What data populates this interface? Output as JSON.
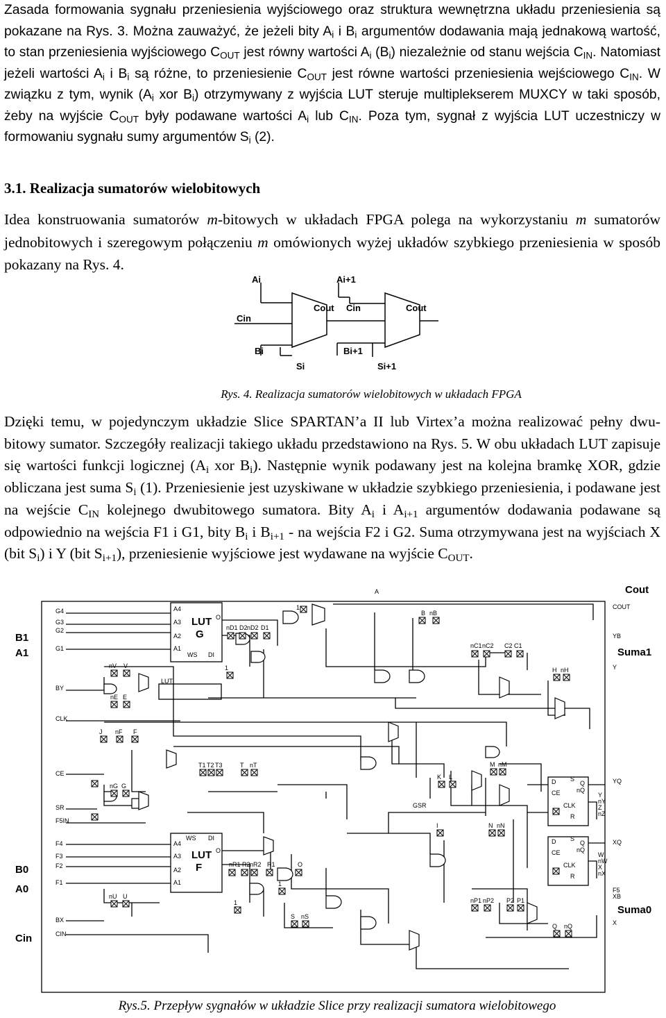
{
  "para1": {
    "s01": "Zasada formowania sygnału przeniesienia wyjściowego oraz struktura wewnętrzna układu przeniesienia są pokazane na Rys. 3. Można zauważyć, że jeżeli bity A",
    "sub_i": "i",
    "s02": " i B",
    "s03": " argumentów dodawania mają jednakową wartość, to stan przeniesienia wyjściowego C",
    "sub_out": "OUT",
    "s04": " jest równy wartości A",
    "s05": " (B",
    "s06": ") niezależnie od stanu wejścia C",
    "sub_in": "IN",
    "s07": ". Natomiast jeżeli wartości A",
    "s08": " i B",
    "s09": " są różne, to przeniesienie C",
    "s10": " jest równe wartości przeniesienia wejściowego C",
    "s11": ". W związku z tym, wynik (A",
    "s12": " xor B",
    "s13": ") otrzymywany z wyjścia LUT steruje multiplekserem MUXCY w taki sposób, żeby na wyjście C",
    "s14": " były podawane wartości A",
    "s15": " lub C",
    "s16": ". Poza tym, sygnał z wyjścia LUT uczestniczy w formowaniu sygnału sumy argumentów S",
    "s17": " (2)."
  },
  "section_heading": "3.1. Realizacja sumatorów wielobitowych",
  "para2": {
    "s01": "Idea konstruowania sumatorów ",
    "m": "m",
    "s02": "-bitowych w układach FPGA polega na wykorzystaniu ",
    "s03": " sumatorów jednobitowych i szeregowym połączeniu ",
    "s04": " omówionych wyżej układów szybkiego przeniesienia w sposób pokazany na Rys. 4."
  },
  "fig4": {
    "labels": {
      "ai": "Ai",
      "ai1": "Ai+1",
      "cin_left": "Cin",
      "cout_mid": "Cout",
      "cin_mid": "Cin",
      "cout_right": "Cout",
      "bi": "Bi",
      "bi1": "Bi+1",
      "si": "Si",
      "si1": "Si+1"
    },
    "caption": "Rys. 4. Realizacja sumatorów wielobitowych w układach FPGA"
  },
  "para3": {
    "s01": "Dzięki temu, w pojedynczym układzie Slice SPARTAN’a II lub Virtex’a można realizować pełny dwu-bitowy sumator. Szczegóły realizacji takiego układu przedstawiono na Rys. 5. W obu układach LUT zapisuje się wartości funkcji logicznej (A",
    "sub_i": "i",
    "s02": " xor B",
    "s03": "). Następnie wynik podawany jest na kolejna bramkę XOR, gdzie obliczana jest suma S",
    "s04": " (1). Przeniesienie jest uzyskiwane w układzie szybkiego przeniesienia, i podawane jest na wejście C",
    "sub_in": "IN",
    "s05": " kolejnego dwubitowego sumatora. Bity A",
    "s06": " i A",
    "sub_i1": "i+1",
    "s07": " argumentów dodawania podawane są odpowiednio na wejścia F1 i G1, bity B",
    "s08": " i B",
    "s09": " - na wejścia F2 i G2. Suma otrzymywana jest na wyjściach X (bit S",
    "s10": ") i Y (bit S",
    "s11": "), przeniesienie wyjściowe jest wydawane na wyjście C",
    "sub_out": "OUT",
    "s12": "."
  },
  "fig5": {
    "big": {
      "cout": "Cout",
      "b1": "B1",
      "a1": "A1",
      "suma1": "Suma1",
      "b0": "B0",
      "a0": "A0",
      "cin": "Cin",
      "suma0": "Suma0",
      "lut": "LUT",
      "g": "G",
      "f": "F"
    },
    "pins_left": [
      "G4",
      "G3",
      "G2",
      "G1",
      "BY",
      "CLK",
      "CE",
      "SR",
      "F5IN",
      "F4",
      "F3",
      "F2",
      "F1",
      "BX",
      "CIN"
    ],
    "lut_top_pins": [
      "A4",
      "A3",
      "A2",
      "A1"
    ],
    "lut_bot_pins": [
      "A4",
      "A3",
      "A2",
      "A1"
    ],
    "lut_top_ws": "WS",
    "lut_top_di": "DI",
    "lut_top_o": "O",
    "lut_bot_ws": "WS",
    "lut_bot_di": "DI",
    "lut_bot_o": "O",
    "lut_label": "LUT",
    "outputs": [
      "COUT",
      "YB",
      "Y",
      "YQ",
      "XQ",
      "F5",
      "XB",
      "X"
    ],
    "ff_top": {
      "d": "D",
      "s": "S",
      "q": "Q",
      "nq": "nQ",
      "ce": "CE",
      "clk": "CLK",
      "r": "R"
    },
    "ff_bot": {
      "d": "D",
      "s": "S",
      "q": "Q",
      "nq": "nQ",
      "ce": "CE",
      "clk": "CLK",
      "r": "R"
    },
    "ff_top_side": [
      "Y",
      "nY",
      "Z",
      "nZ"
    ],
    "ff_bot_side": [
      "W",
      "nW",
      "X",
      "nX"
    ],
    "small": {
      "a": "A",
      "one_a": "1",
      "b": "B",
      "nb": "nB",
      "nd1": "nD1",
      "d2": "D2",
      "nd2": "nD2",
      "d1": "D1",
      "one_b": "1",
      "nc1": "nC1",
      "nc2": "nC2",
      "c2": "C2",
      "c1": "C1",
      "h": "H",
      "nh": "nH",
      "nv": "nV",
      "v": "V",
      "ne": "nE",
      "e": "E",
      "j": "J",
      "nf": "nF",
      "fx": "F",
      "t1": "T1",
      "t2": "T2",
      "t3": "T3",
      "t": "T",
      "nt": "nT",
      "k": "K",
      "l": "L",
      "m": "M",
      "nm": "nM",
      "ng": "nG",
      "gx": "G",
      "gsr": "GSR",
      "ix": "I",
      "n": "N",
      "nn": "nN",
      "nr1": "nR1",
      "r2": "R2",
      "nr2": "nR2",
      "r1": "R1",
      "ox": "O",
      "one_c": "1",
      "one_d": "1",
      "nu": "nU",
      "u": "U",
      "s": "S",
      "ns": "nS",
      "np1": "nP1",
      "np2": "nP2",
      "p2": "P2",
      "p1": "P1",
      "q": "Q",
      "nq": "nQ",
      "lut_mid": "LUT",
      "o_top": "O"
    },
    "caption": "Rys.5. Przepływ sygnałów w układzie Slice przy realizacji sumatora wielobitowego"
  }
}
